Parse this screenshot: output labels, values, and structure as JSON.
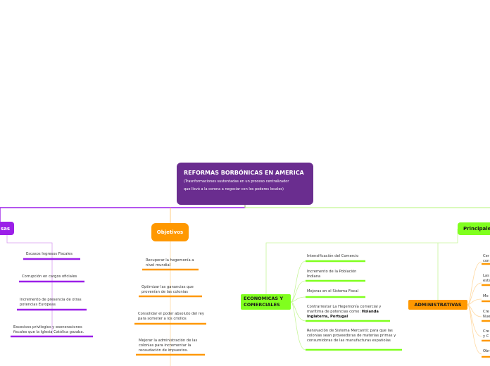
{
  "root": {
    "title": "REFORMAS BORBÓNICAS EN AMERICA",
    "subtitle_line1": "(Trasnformaciones sustentadas en un proceso centralizador",
    "subtitle_line2": "que llevó a la corona a negociar con los poderes locales)"
  },
  "causas": {
    "label": "sas",
    "items": [
      "Escasos Ingresos Fiscales",
      "Corrupción en cargos oficiales",
      "Incremento de presencia de otras potencias Europeas",
      "Excesivos privilegios y exoneraciones fiscales que la Iglesia Católica gozaba."
    ]
  },
  "objetivos": {
    "label": "Objetivos",
    "items": [
      "Recuperar la hegemonía a nivel mundial",
      "Optimizar las ganancias que provenían de las colonias",
      "Consolidar el poder absoluto del rey para someter a los criollos",
      "Mejorar la administración de las colonias para incrementar la recaudación de impuestos."
    ]
  },
  "principales": {
    "label": "Principales"
  },
  "economicas": {
    "label_line1": "ECONOMICAS Y",
    "label_line2": "COMERCIALES",
    "items": [
      "Intensificación del Comercio",
      "Incremento de la Población Indiana",
      "Mejoras en el Sistema Fiscal",
      "Contrarrestar La Hegemonía comercial y marítima de potencias como:",
      "Renovación de Sistema Mercantil; para que las colonias sean proveedoras de materias primas y consumidoras de las manufacturas españolas"
    ],
    "highlight": "Holanda Inglaterra, Portugal"
  },
  "administrativas": {
    "label": "ADMINISTRATIVAS",
    "items": [
      "Cer",
      "con",
      "Las",
      "esta",
      "Mo",
      "Cre",
      "Nue",
      "Cre",
      "y C",
      "Obr"
    ]
  },
  "colors": {
    "root": "#6a2d8f",
    "causas": "#9b1fe8",
    "objetivos": "#ff9800",
    "principales": "#80ff1e"
  }
}
